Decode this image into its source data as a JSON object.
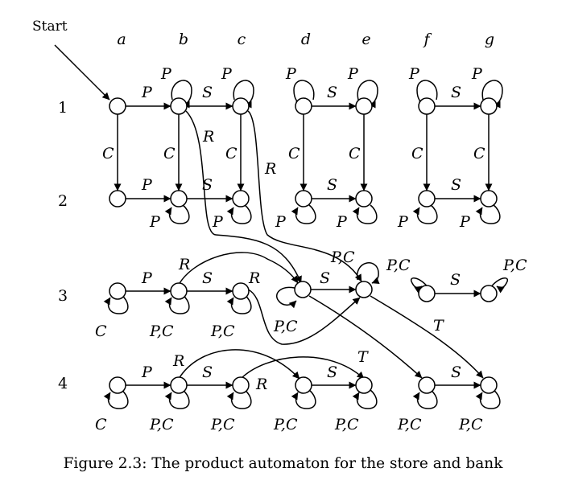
{
  "figure": {
    "start_label": "Start",
    "columns": [
      "a",
      "b",
      "c",
      "d",
      "e",
      "f",
      "g"
    ],
    "rows": [
      "1",
      "2",
      "3",
      "4"
    ],
    "caption": "Figure 2.3: The product automaton for the store and bank",
    "edge_labels": {
      "P": "P",
      "S": "S",
      "C": "C",
      "R": "R",
      "T": "T",
      "PC": "P,C"
    }
  }
}
